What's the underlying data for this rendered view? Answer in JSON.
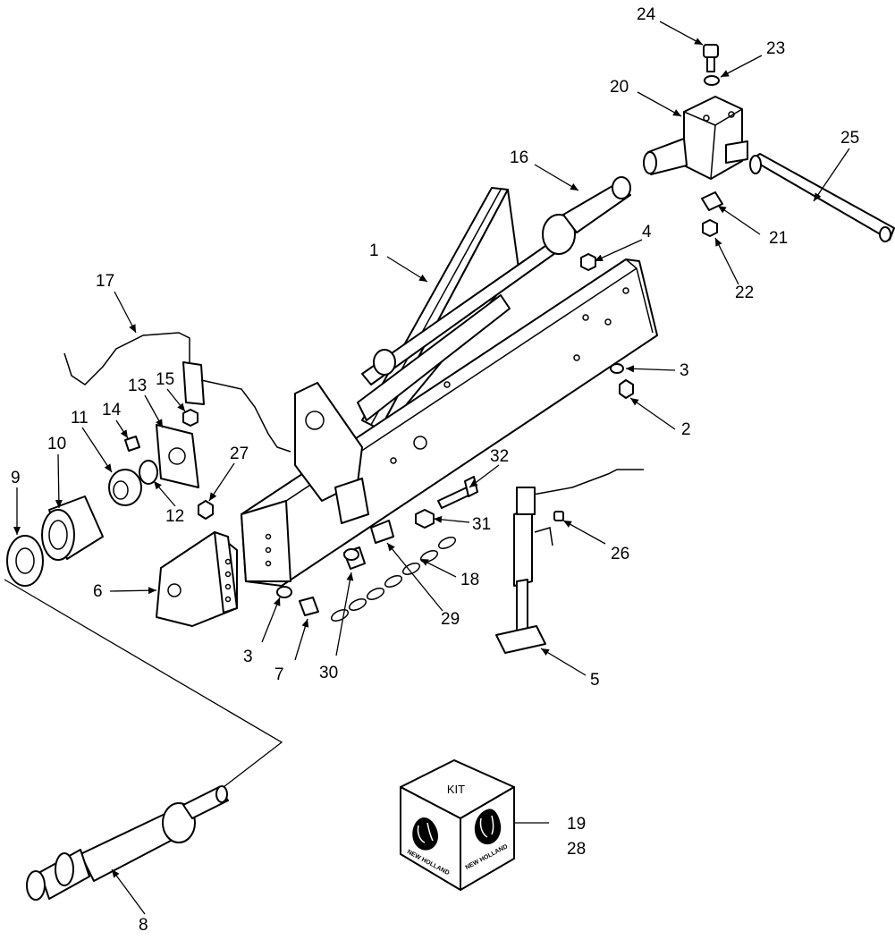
{
  "diagram": {
    "callouts": [
      "1",
      "2",
      "3",
      "3",
      "4",
      "5",
      "6",
      "7",
      "8",
      "9",
      "10",
      "11",
      "12",
      "13",
      "14",
      "15",
      "16",
      "17",
      "18",
      "19",
      "20",
      "21",
      "22",
      "23",
      "24",
      "25",
      "26",
      "27",
      "28",
      "29",
      "30",
      "31",
      "32"
    ],
    "kit_box": {
      "label": "KIT",
      "brand_left": "NEW HOLLAND",
      "brand_right": "NEW HOLLAND",
      "part_numbers": [
        "19",
        "28"
      ]
    }
  }
}
